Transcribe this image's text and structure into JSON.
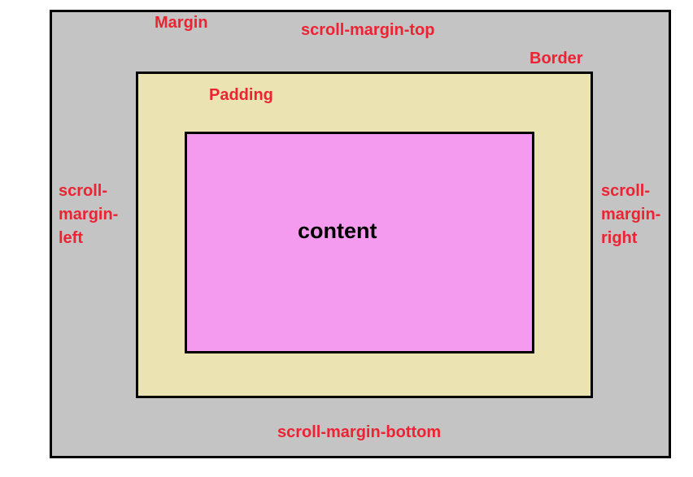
{
  "diagram": {
    "labels": {
      "margin": "Margin",
      "scroll_margin_top": "scroll-margin-top",
      "border": "Border",
      "padding": "Padding",
      "content": "content",
      "scroll_margin_left_lines": [
        "scroll-",
        "margin-",
        "left"
      ],
      "scroll_margin_right_lines": [
        "scroll-",
        "margin-",
        "right"
      ],
      "scroll_margin_bottom": "scroll-margin-bottom"
    },
    "colors": {
      "page_background": "#ffffff",
      "margin_area": "#c4c4c4",
      "border_padding_area": "#ece3b2",
      "content_area": "#f49bf0",
      "box_border": "#000000",
      "label_text": "#ed2333",
      "content_text": "#000000"
    }
  }
}
